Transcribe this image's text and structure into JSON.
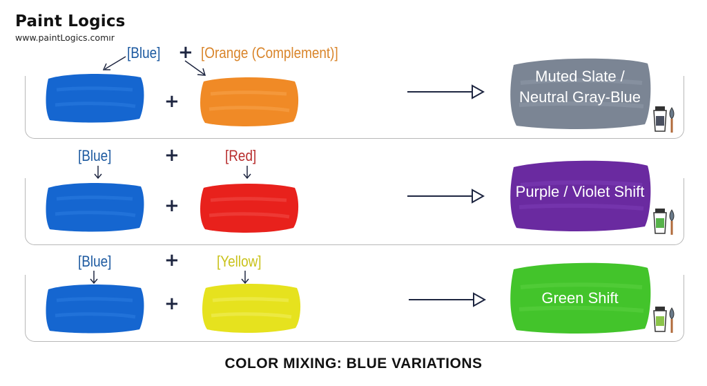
{
  "brand": {
    "name": "Paint Logics",
    "url": "www.paintLogics.comır"
  },
  "rows": [
    {
      "left_label": "[Blue]",
      "right_label": "[Orange (Complement)]",
      "left_color": "#1566d0",
      "right_color": "#f08a26",
      "label_right_color": "#d9852b",
      "result_lines": [
        "Muted Slate /",
        "Neutral Gray-Blue"
      ],
      "result_color": "#7b8594",
      "tube_color": "#4a5060",
      "icon": "paint-tube-icon"
    },
    {
      "left_label": "[Blue]",
      "right_label": "[Red]",
      "left_color": "#1566d0",
      "right_color": "#e8211c",
      "label_right_color": "#b82e2e",
      "result_lines": [
        "Purple / Violet Shift"
      ],
      "result_color": "#6a2aa0",
      "tube_color": "#56b24a",
      "icon": "paint-tube-icon"
    },
    {
      "left_label": "[Blue]",
      "right_label": "[Yellow]",
      "left_color": "#1566d0",
      "right_color": "#e6e21e",
      "label_right_color": "#c9c21a",
      "result_lines": [
        "Green Shift"
      ],
      "result_color": "#43c42b",
      "tube_color": "#8bc34a",
      "icon": "paint-tube-icon"
    }
  ],
  "plus_symbol": "+",
  "label_blue_color": "#1d5aa0",
  "caption": "COLOR MIXING: BLUE VARIATIONS"
}
